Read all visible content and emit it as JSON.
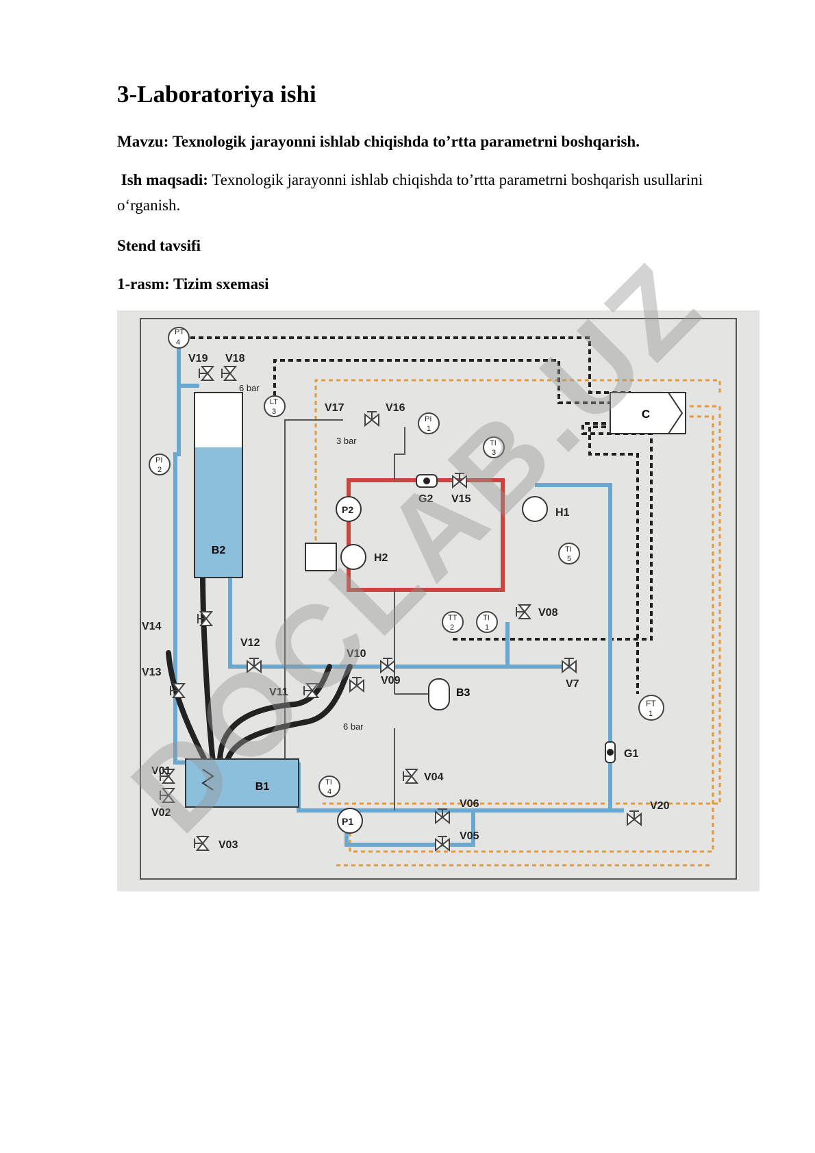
{
  "doc": {
    "title": "3-Laboratoriya ishi",
    "topic": "Mavzu: Texnologik jarayonni ishlab chiqishda to’rtta parametrni boshqarish.",
    "goal_label": "Ish maqsadi:",
    "goal_text": " Texnologik jarayonni ishlab chiqishda to’rtta parametrni boshqarish usullarini o‘rganish.",
    "stend": "Stend tavsifi",
    "figure_caption": "1-rasm: Tizim sxemasi"
  },
  "diagram": {
    "labels": {
      "pt": "PT",
      "pt_n": "4",
      "v19": "V19",
      "v18": "V18",
      "bar6a": "6 bar",
      "lt": "LT",
      "lt_n": "3",
      "v17": "V17",
      "v16": "V16",
      "bar3": "3 bar",
      "pi1": "PI",
      "pi1_n": "1",
      "pi2": "PI",
      "pi2_n": "2",
      "ti3": "TI",
      "ti3_n": "3",
      "c": "C",
      "p2": "P2",
      "g2": "G2",
      "v15": "V15",
      "h1": "H1",
      "h2": "H2",
      "ti5": "TI",
      "ti5_n": "5",
      "b2": "B2",
      "v08": "V08",
      "tt2": "TT",
      "tt2_n": "2",
      "ti1": "TI",
      "ti1_n": "1",
      "v14": "V14",
      "v12": "V12",
      "v10": "V10",
      "v09": "V09",
      "v7": "V7",
      "v13": "V13",
      "v11": "V11",
      "bar6b": "6 bar",
      "b3": "B3",
      "ft": "FT",
      "ft_n": "1",
      "g1": "G1",
      "v01": "V01",
      "v02": "V02",
      "v03": "V03",
      "b1": "B1",
      "ti4": "TI",
      "ti4_n": "4",
      "p1": "P1",
      "v04": "V04",
      "v06": "V06",
      "v05": "V05",
      "v20": "V20"
    }
  },
  "watermark": "DOCLAB.UZ"
}
